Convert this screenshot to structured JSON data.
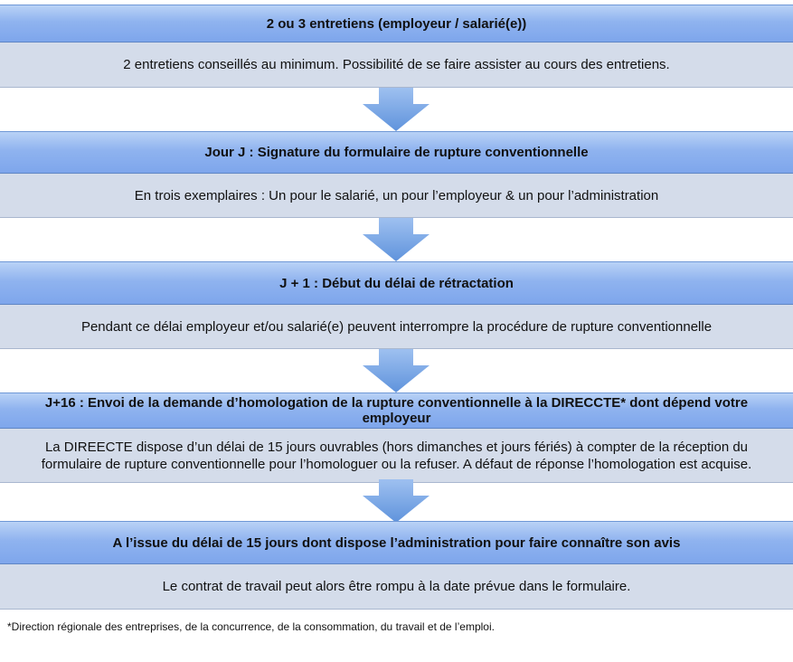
{
  "steps": [
    {
      "header": "2 ou 3 entretiens (employeur / salarié(e))",
      "detail": "2 entretiens conseillés au minimum. Possibilité de se faire assister au cours des entretiens."
    },
    {
      "header": "Jour J : Signature du formulaire de rupture conventionnelle",
      "detail": "En trois exemplaires : Un pour le salarié, un pour l’employeur & un pour l’administration"
    },
    {
      "header": "J + 1 : Début du délai de rétractation",
      "detail": "Pendant ce délai employeur et/ou salarié(e) peuvent interrompre la procédure de rupture conventionnelle"
    },
    {
      "header": "J+16 : Envoi de la demande d’homologation de la rupture conventionnelle à la DIRECCTE* dont dépend votre employeur",
      "detail": "La DIREECTE dispose d’un délai de 15 jours ouvrables (hors dimanches et jours fériés) à compter de la réception du formulaire de rupture conventionnelle pour l’homologuer ou  la refuser. A défaut de réponse l’homologation est acquise."
    },
    {
      "header": "A l’issue du délai de 15 jours dont dispose l’administration pour faire connaître son avis",
      "detail": "Le contrat de travail peut alors être rompu à la date prévue dans le formulaire."
    }
  ],
  "footnote": "*Direction régionale des entreprises, de la concurrence, de la consommation, du travail et de l’emploi.",
  "colors": {
    "header_fill": "#8fb3ef",
    "detail_fill": "#d4dcea",
    "arrow_fill": "#6f9fe0"
  }
}
